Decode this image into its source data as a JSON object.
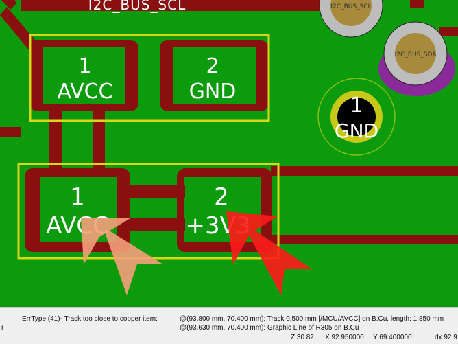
{
  "canvas": {
    "colors": {
      "board": "#0c9b0c",
      "copper": "#8a1010",
      "silkscreen": "#d8d818",
      "drill_hole": "#000000",
      "via_ring": "#bdbdbd",
      "via_hole": "#a78a3c",
      "keepout_purple": "#8a2a9a",
      "marker_red": "#ff1a1a",
      "marker_orange": "#f4a07a"
    },
    "labels": {
      "top_net": "I2C_BUS_SCL",
      "via_scl": "I2C_BUS_SCL",
      "via_sda": "I2C_BUS_SDA"
    },
    "top_component": {
      "pad1": {
        "number": "1",
        "net": "AVCC"
      },
      "pad2": {
        "number": "2",
        "net": "GND"
      }
    },
    "bottom_component": {
      "pad1": {
        "number": "1",
        "net": "AVCC"
      },
      "pad2": {
        "number": "2",
        "net": "+3V3"
      }
    },
    "through_hole_pad": {
      "number": "1",
      "net": "GND"
    }
  },
  "status_bar": {
    "left_fragment": "r",
    "error_type": "ErrType (41)- Track too close to copper item:",
    "item1": "@(93.800 mm, 70.400 mm): Track 0.500 mm [/MCU/AVCC] on B.Cu, length: 1.850 mm",
    "item2": "@(93.630 mm, 70.400 mm): Graphic Line of R305 on B.Cu",
    "zoom": "Z 30.82",
    "cursor_x": "X 92.950000",
    "cursor_y": "Y 69.400000",
    "delta_x": "dx 92.9"
  }
}
